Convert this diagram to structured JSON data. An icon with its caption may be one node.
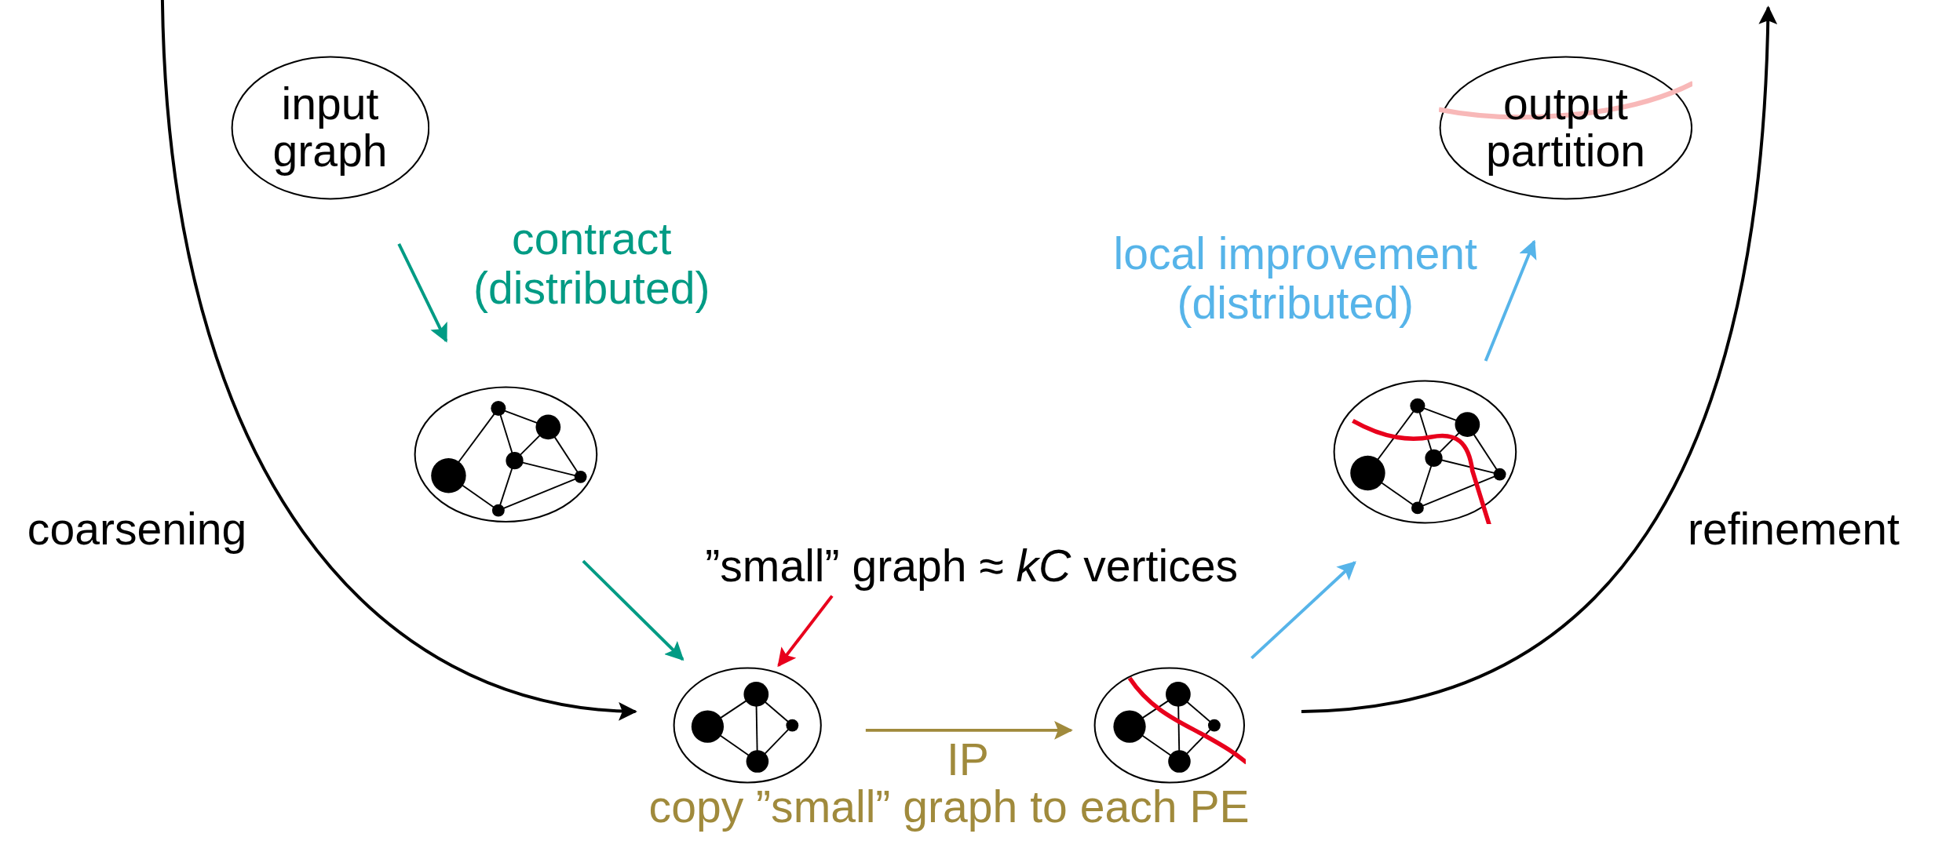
{
  "diagram": {
    "nodes": [
      {
        "text": [
          "input graph"
        ]
      },
      {
        "text": [
          "output partition"
        ]
      },
      {
        "text": [],
        "shape": "circle"
      },
      {
        "text": [],
        "shape": "circle"
      },
      {
        "text": [],
        "shape": "circle"
      },
      {
        "text": [],
        "shape": "circle"
      },
      {
        "text": [
          "”small” graph ≈ *kC* vertices"
        ]
      }
    ],
    "edges": [
      {
        "from": 0,
        "to": 2,
        "arrow": "to",
        "label": "contract (distributed)",
        "color": "#009b84"
      },
      {
        "from": 2,
        "to": 3,
        "arrow": "to",
        "color": "#009b84"
      },
      {
        "from": 6,
        "to": 3,
        "arrow": "to",
        "color": "#e8001c"
      },
      {
        "from": 3,
        "to": 4,
        "arrow": "to",
        "label": "IP",
        "color": "#a08a3c"
      },
      {
        "from": 4,
        "to": 5,
        "arrow": "to",
        "color": "#56b4e9"
      },
      {
        "from": 5,
        "to": 1,
        "arrow": "to",
        "label": "local improvement (distributed)",
        "color": "#56b4e9"
      },
      {
        "from": null,
        "to": 3,
        "arrow": "to",
        "color": "#000000"
      },
      {
        "from": 4,
        "to": null,
        "arrow": "to",
        "color": "#000000"
      }
    ],
    "labels": [
      "coarsening",
      "refinement",
      "copy ”small” graph to each PE"
    ]
  }
}
